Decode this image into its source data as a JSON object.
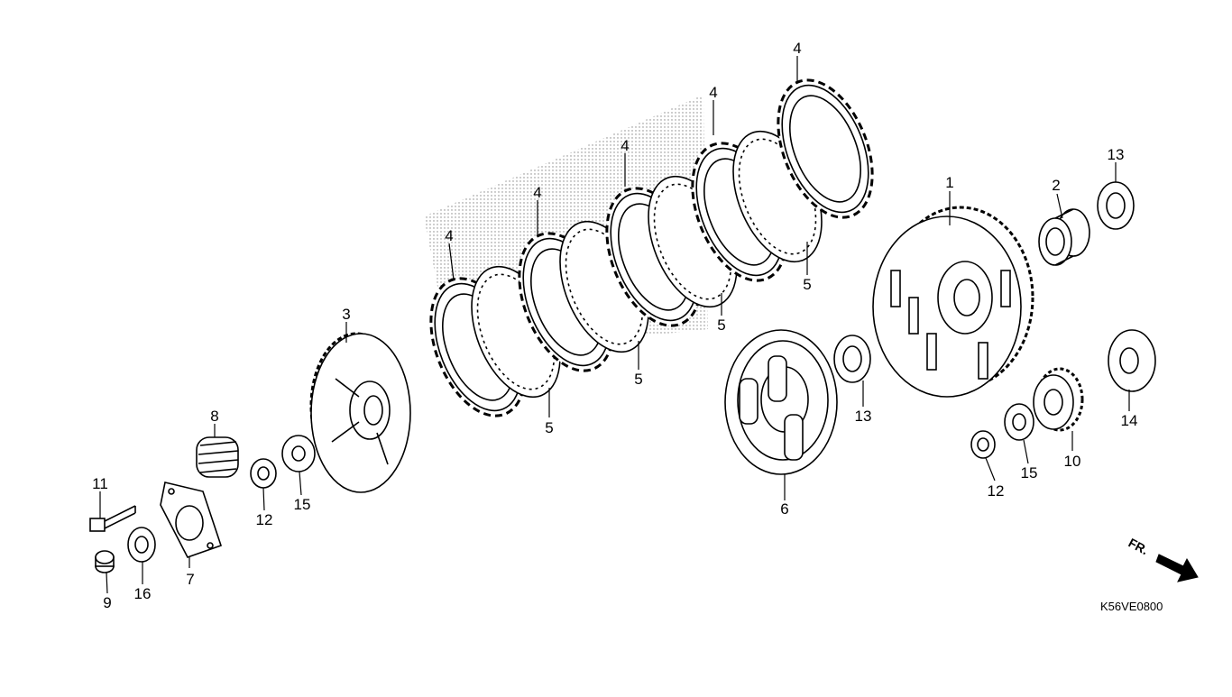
{
  "diagram": {
    "code": "K56VE0800",
    "front_marker": "FR."
  },
  "callouts": {
    "c1": "1",
    "c2": "2",
    "c3": "3",
    "c4a": "4",
    "c4b": "4",
    "c4c": "4",
    "c4d": "4",
    "c4e": "4",
    "c5a": "5",
    "c5b": "5",
    "c5c": "5",
    "c5d": "5",
    "c6": "6",
    "c7": "7",
    "c8": "8",
    "c9": "9",
    "c10": "10",
    "c11": "11",
    "c12a": "12",
    "c12b": "12",
    "c13a": "13",
    "c13b": "13",
    "c14": "14",
    "c15a": "15",
    "c15b": "15",
    "c16": "16"
  },
  "colors": {
    "line": "#000000",
    "shade": "#c8c8c8",
    "fill": "#ffffff"
  }
}
